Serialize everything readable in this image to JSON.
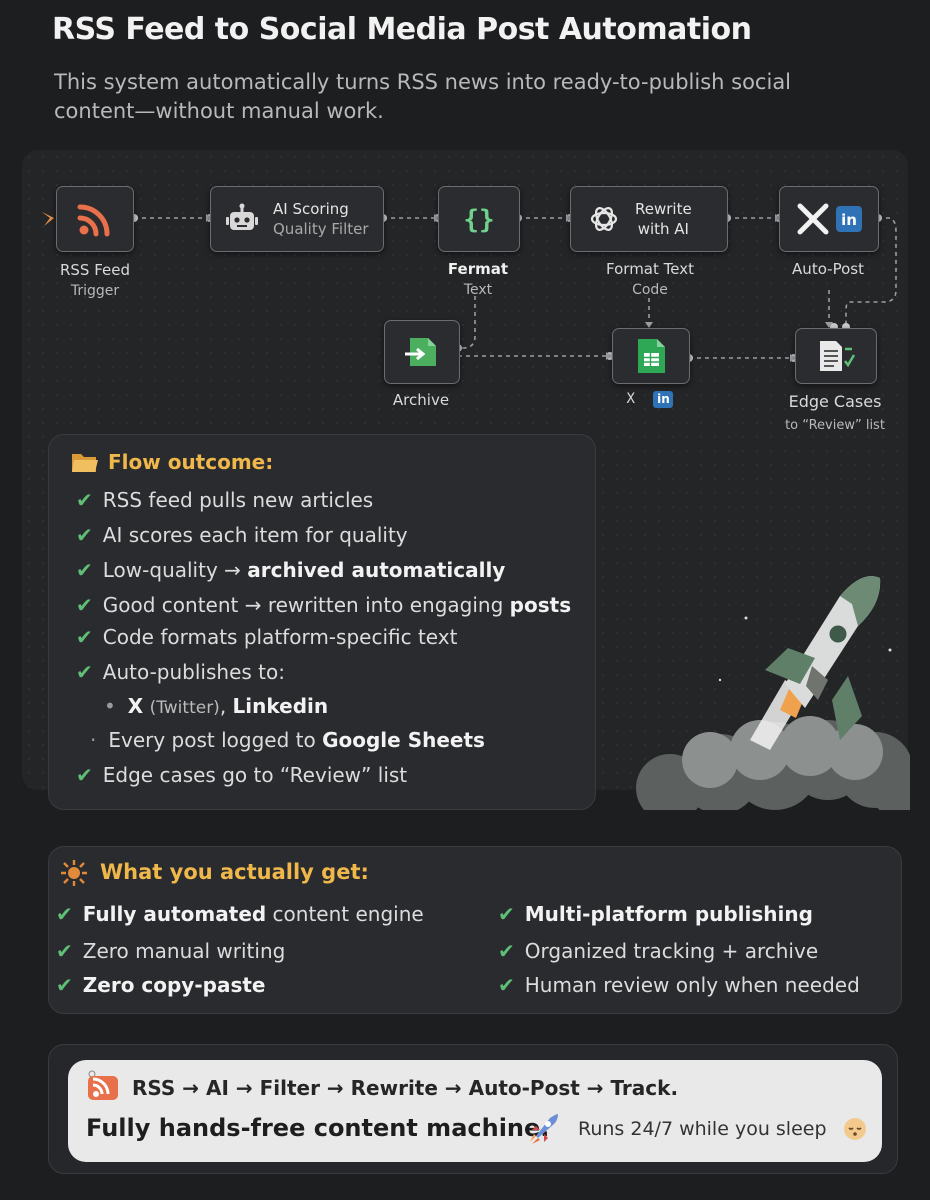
{
  "header": {
    "title": "RSS Feed to Social Media Post Automation",
    "subtitle": "This system automatically turns RSS news into ready-to-publish social content—without manual work."
  },
  "flow": {
    "nodes": {
      "rss": {
        "caption1": "RSS Feed",
        "caption2": "Trigger",
        "icon": "rss-icon"
      },
      "ai": {
        "title": "AI Scoring",
        "sub": "Quality Filter",
        "icon": "robot-icon"
      },
      "format": {
        "caption1": "Fermat",
        "caption2": "Text",
        "icon": "curly-braces-icon"
      },
      "rewrite": {
        "title": "Rewrite",
        "sub": "with AI",
        "caption1": "Format Text",
        "caption2": "Code",
        "icon": "openai-icon"
      },
      "autopost": {
        "caption1": "Auto-Post",
        "icons": [
          "x-icon",
          "linkedin-icon"
        ]
      },
      "archive": {
        "caption1": "Archive",
        "icon": "archive-icon"
      },
      "sheets": {
        "caption_x": "X",
        "caption_in": "in",
        "icon": "google-sheets-icon"
      },
      "edge": {
        "caption1": "Edge Cases",
        "caption2": "to “Review” list",
        "icon": "checklist-icon"
      }
    }
  },
  "outcome": {
    "heading": "Flow outcome:",
    "items": [
      {
        "text": "RSS feed pulls new articles"
      },
      {
        "text": "AI scores each item for quality"
      },
      {
        "pre": "Low-quality → ",
        "bold": "archived automatically"
      },
      {
        "pre": "Good content → rewritten into engaging ",
        "bold": "posts"
      },
      {
        "text": "Code formats platform-specific text"
      },
      {
        "text": "Auto-publishes to:"
      }
    ],
    "sub_items": {
      "x": "X",
      "twitter": "(Twitter)",
      "sep": ",",
      "linkedin": "Linkedin",
      "sheets_pre": "Every post logged to ",
      "sheets_bold": "Google Sheets"
    },
    "last": "Edge cases go to “Review” list"
  },
  "get": {
    "heading": "What you actually get:",
    "left": [
      {
        "bold": "Fully automated",
        "rest": " content engine"
      },
      {
        "bold": "",
        "rest": "Zero manual writing"
      },
      {
        "bold": "Zero copy-paste",
        "rest": ""
      }
    ],
    "right": [
      {
        "bold": "Multi-platform publishing",
        "rest": ""
      },
      {
        "bold": "",
        "rest": "Organized tracking + archive"
      },
      {
        "bold": "",
        "rest": "Human review only when needed"
      }
    ]
  },
  "summary": {
    "pipeline": "RSS → AI → Filter → Rewrite → Auto-Post → Track.",
    "tagline": "Fully hands-free content machine.",
    "runs": "Runs 24/7 while you sleep"
  },
  "colors": {
    "accent": "#f0b84a",
    "check": "#5fbf77",
    "rss": "#e8704a"
  }
}
